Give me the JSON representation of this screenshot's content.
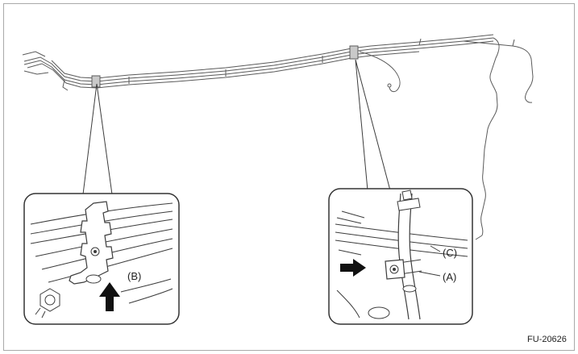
{
  "figure": {
    "code": "FU-20626",
    "callouts": {
      "left": {
        "label_b": "(B)"
      },
      "right": {
        "label_c": "(C)",
        "label_a": "(A)"
      }
    },
    "icons": {
      "arrow_up": "solid black arrow pointing up at clamp (B)",
      "arrow_right": "solid black arrow pointing right at clip (A)"
    },
    "colors": {
      "border": "#a9a9a9",
      "line": "#3c3c3c",
      "pipe": "#5a5a5a",
      "clamp_fill": "#c9c9c9",
      "arrow": "#111111",
      "background": "#ffffff"
    }
  }
}
